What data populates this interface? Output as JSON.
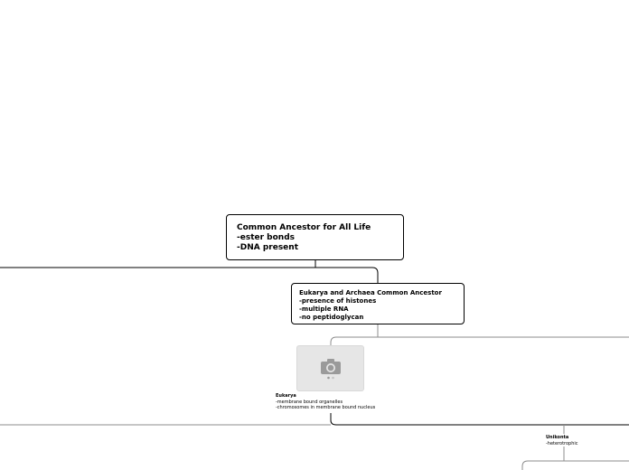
{
  "colors": {
    "background": "#ffffff",
    "border": "#000000",
    "connector_strong": "#000000",
    "connector_light": "#8c8c8c",
    "image_placeholder": "#e6e6e6",
    "icon": "#9a9a9a"
  },
  "root_topic": {
    "lines": [
      "Common Ancestor for All Life",
      "-ester bonds",
      "-DNA present"
    ]
  },
  "sub_topic": {
    "lines": [
      "Eukarya and Archaea Common Ancestor",
      "-presence of histones",
      "-multiple RNA",
      "-no peptidoglycan"
    ]
  },
  "image_placeholder": {
    "icon": "camera-icon"
  },
  "eukarya": {
    "title": "Eukarya",
    "lines": [
      "-membrane bound organelles",
      "-chromosomes in membrane bound nucleus"
    ]
  },
  "unikonta": {
    "title": "Unikonta",
    "lines": [
      "-heterotrophic"
    ]
  }
}
